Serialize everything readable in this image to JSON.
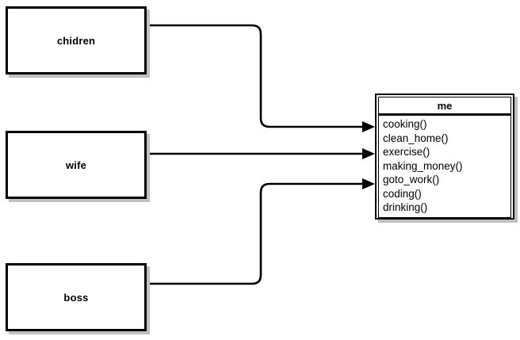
{
  "diagram": {
    "type": "uml-class-diagram",
    "background_color": "#ffffff",
    "line_color": "#000000",
    "shadow_color": "#c0c0c0",
    "actors": [
      {
        "id": "chidren",
        "label": "chidren"
      },
      {
        "id": "wife",
        "label": "wife"
      },
      {
        "id": "boss",
        "label": "boss"
      }
    ],
    "class": {
      "name": "me",
      "methods": [
        "cooking()",
        "clean_home()",
        "exercise()",
        "making_money()",
        "goto_work()",
        "coding()",
        "drinking()"
      ]
    },
    "connections": [
      {
        "from": "chidren",
        "to": "me",
        "style": "arrow",
        "target_method": "cooking()"
      },
      {
        "from": "wife",
        "to": "me",
        "style": "arrow",
        "target_method": "exercise()"
      },
      {
        "from": "boss",
        "to": "me",
        "style": "arrow",
        "target_method": "goto_work()"
      }
    ]
  }
}
